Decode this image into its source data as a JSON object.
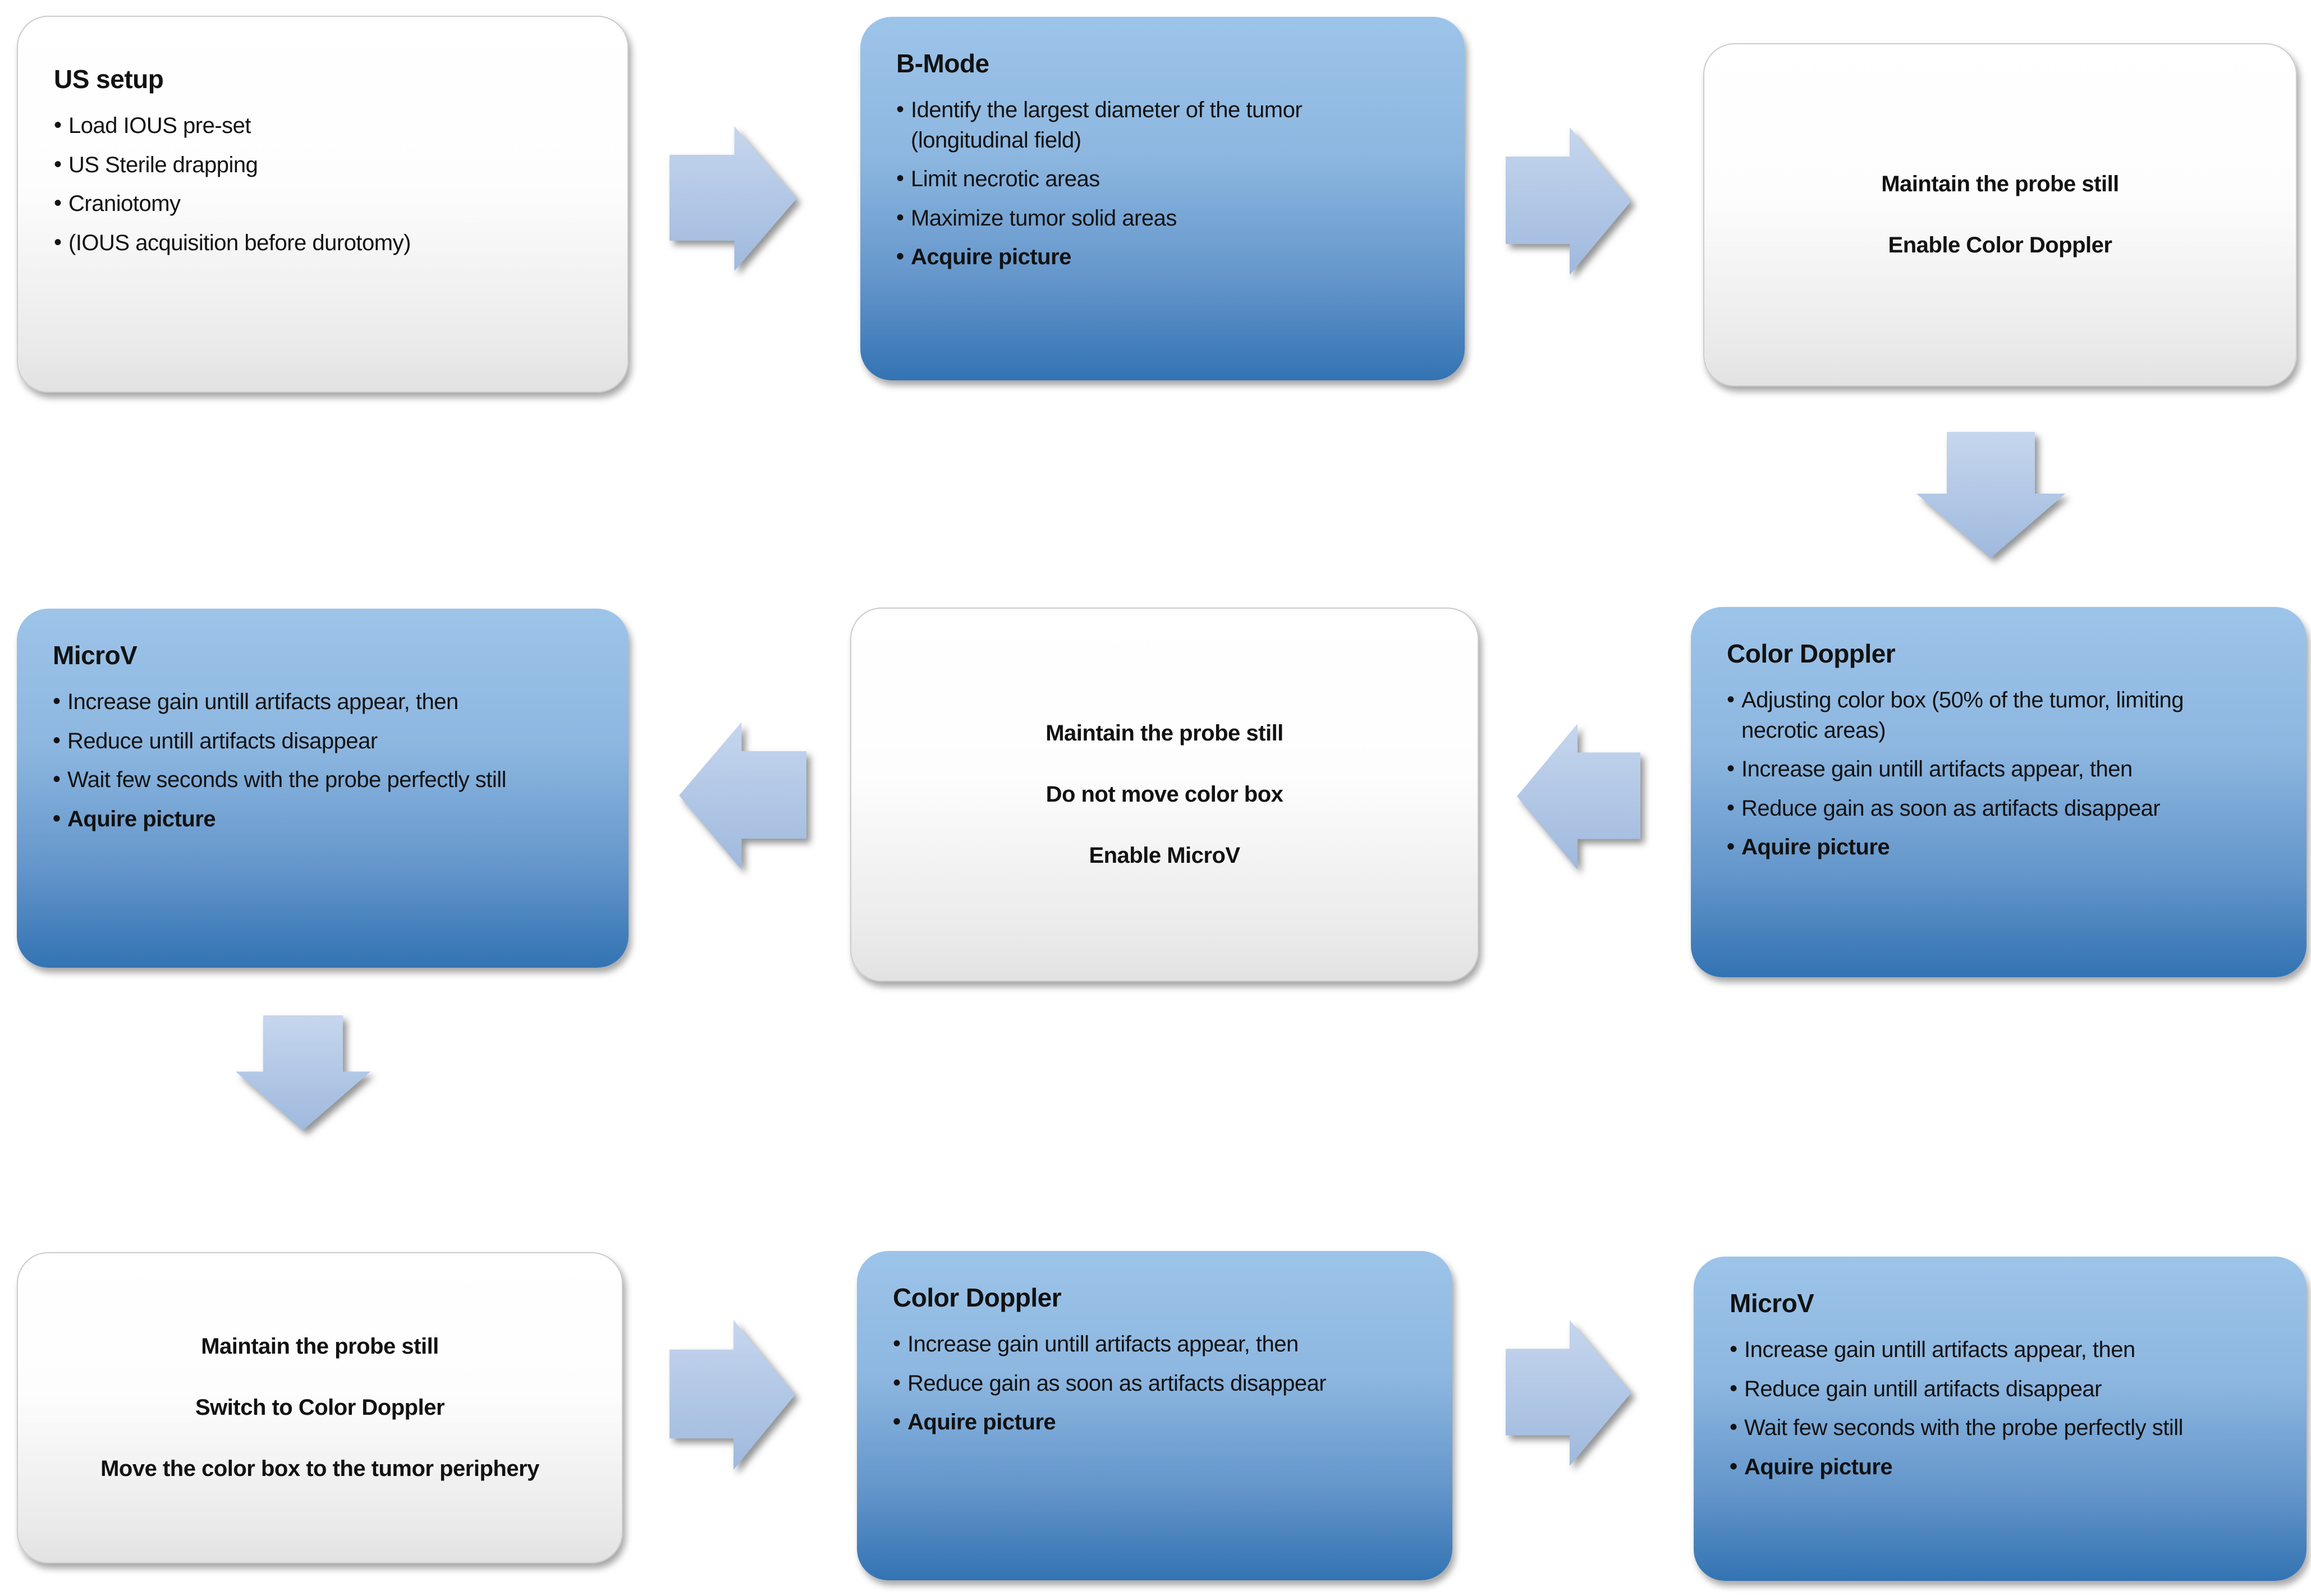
{
  "diagram": {
    "description": "IOUS acquisition protocol flowchart",
    "colors": {
      "blue_box_top": "#9dc4e9",
      "blue_box_bottom": "#3373b3",
      "white_box_top": "#ffffff",
      "white_box_bottom": "#e2e2e2",
      "arrow_top": "#c6d6ee",
      "arrow_bottom": "#9fb9dd",
      "text": "#121212"
    },
    "boxes": {
      "us_setup": {
        "title": "US setup",
        "bullets": [
          {
            "text": "Load IOUS pre-set",
            "bold": false
          },
          {
            "text": "US Sterile drapping",
            "bold": false
          },
          {
            "text": "Craniotomy",
            "bold": false
          },
          {
            "text": "(IOUS acquisition before durotomy)",
            "bold": false
          }
        ]
      },
      "b_mode": {
        "title": "B-Mode",
        "bullets": [
          {
            "text": "Identify the largest diameter of the tumor (longitudinal field)",
            "bold": false
          },
          {
            "text": "Limit necrotic areas",
            "bold": false
          },
          {
            "text": "Maximize tumor solid areas",
            "bold": false
          },
          {
            "text": "Acquire picture",
            "bold": true
          }
        ]
      },
      "maintain_enable_cd": {
        "lines": [
          "Maintain the probe still",
          "Enable Color Doppler"
        ]
      },
      "color_doppler_tumor": {
        "title": "Color Doppler",
        "bullets": [
          {
            "text": "Adjusting color box (50% of the tumor, limiting necrotic areas)",
            "bold": false
          },
          {
            "text": "Increase gain untill artifacts appear, then",
            "bold": false
          },
          {
            "text": "Reduce gain as soon as artifacts disappear",
            "bold": false
          },
          {
            "text": "Aquire picture",
            "bold": true
          }
        ]
      },
      "maintain_enable_microv": {
        "lines": [
          "Maintain the probe still",
          "Do not move color box",
          "Enable MicroV"
        ]
      },
      "microv_tumor": {
        "title": "MicroV",
        "bullets": [
          {
            "text": "Increase gain untill artifacts appear, then",
            "bold": false
          },
          {
            "text": "Reduce untill artifacts disappear",
            "bold": false
          },
          {
            "text": "Wait few seconds with the probe perfectly still",
            "bold": false
          },
          {
            "text": "Aquire picture",
            "bold": true
          }
        ]
      },
      "maintain_switch_cd": {
        "lines": [
          "Maintain the probe still",
          "Switch to Color Doppler",
          "Move the color box to the tumor periphery"
        ]
      },
      "color_doppler_periphery": {
        "title": "Color Doppler",
        "bullets": [
          {
            "text": "Increase gain untill artifacts appear, then",
            "bold": false
          },
          {
            "text": "Reduce gain as soon as artifacts disappear",
            "bold": false
          },
          {
            "text": "Aquire picture",
            "bold": true
          }
        ]
      },
      "microv_periphery": {
        "title": "MicroV",
        "bullets": [
          {
            "text": "Increase gain untill artifacts appear, then",
            "bold": false
          },
          {
            "text": "Reduce gain untill artifacts disappear",
            "bold": false
          },
          {
            "text": "Wait few seconds with the probe perfectly still",
            "bold": false
          },
          {
            "text": "Aquire picture",
            "bold": true
          }
        ]
      }
    },
    "arrows": [
      {
        "name": "us-setup-to-b-mode",
        "direction": "right"
      },
      {
        "name": "b-mode-to-maintain",
        "direction": "right"
      },
      {
        "name": "maintain-to-color-doppler",
        "direction": "down"
      },
      {
        "name": "color-doppler-to-maintain-microv",
        "direction": "left"
      },
      {
        "name": "maintain-microv-to-microv",
        "direction": "left"
      },
      {
        "name": "microv-to-maintain-switch",
        "direction": "down"
      },
      {
        "name": "maintain-switch-to-color-doppler",
        "direction": "right"
      },
      {
        "name": "color-doppler-to-microv-periphery",
        "direction": "right"
      }
    ]
  }
}
